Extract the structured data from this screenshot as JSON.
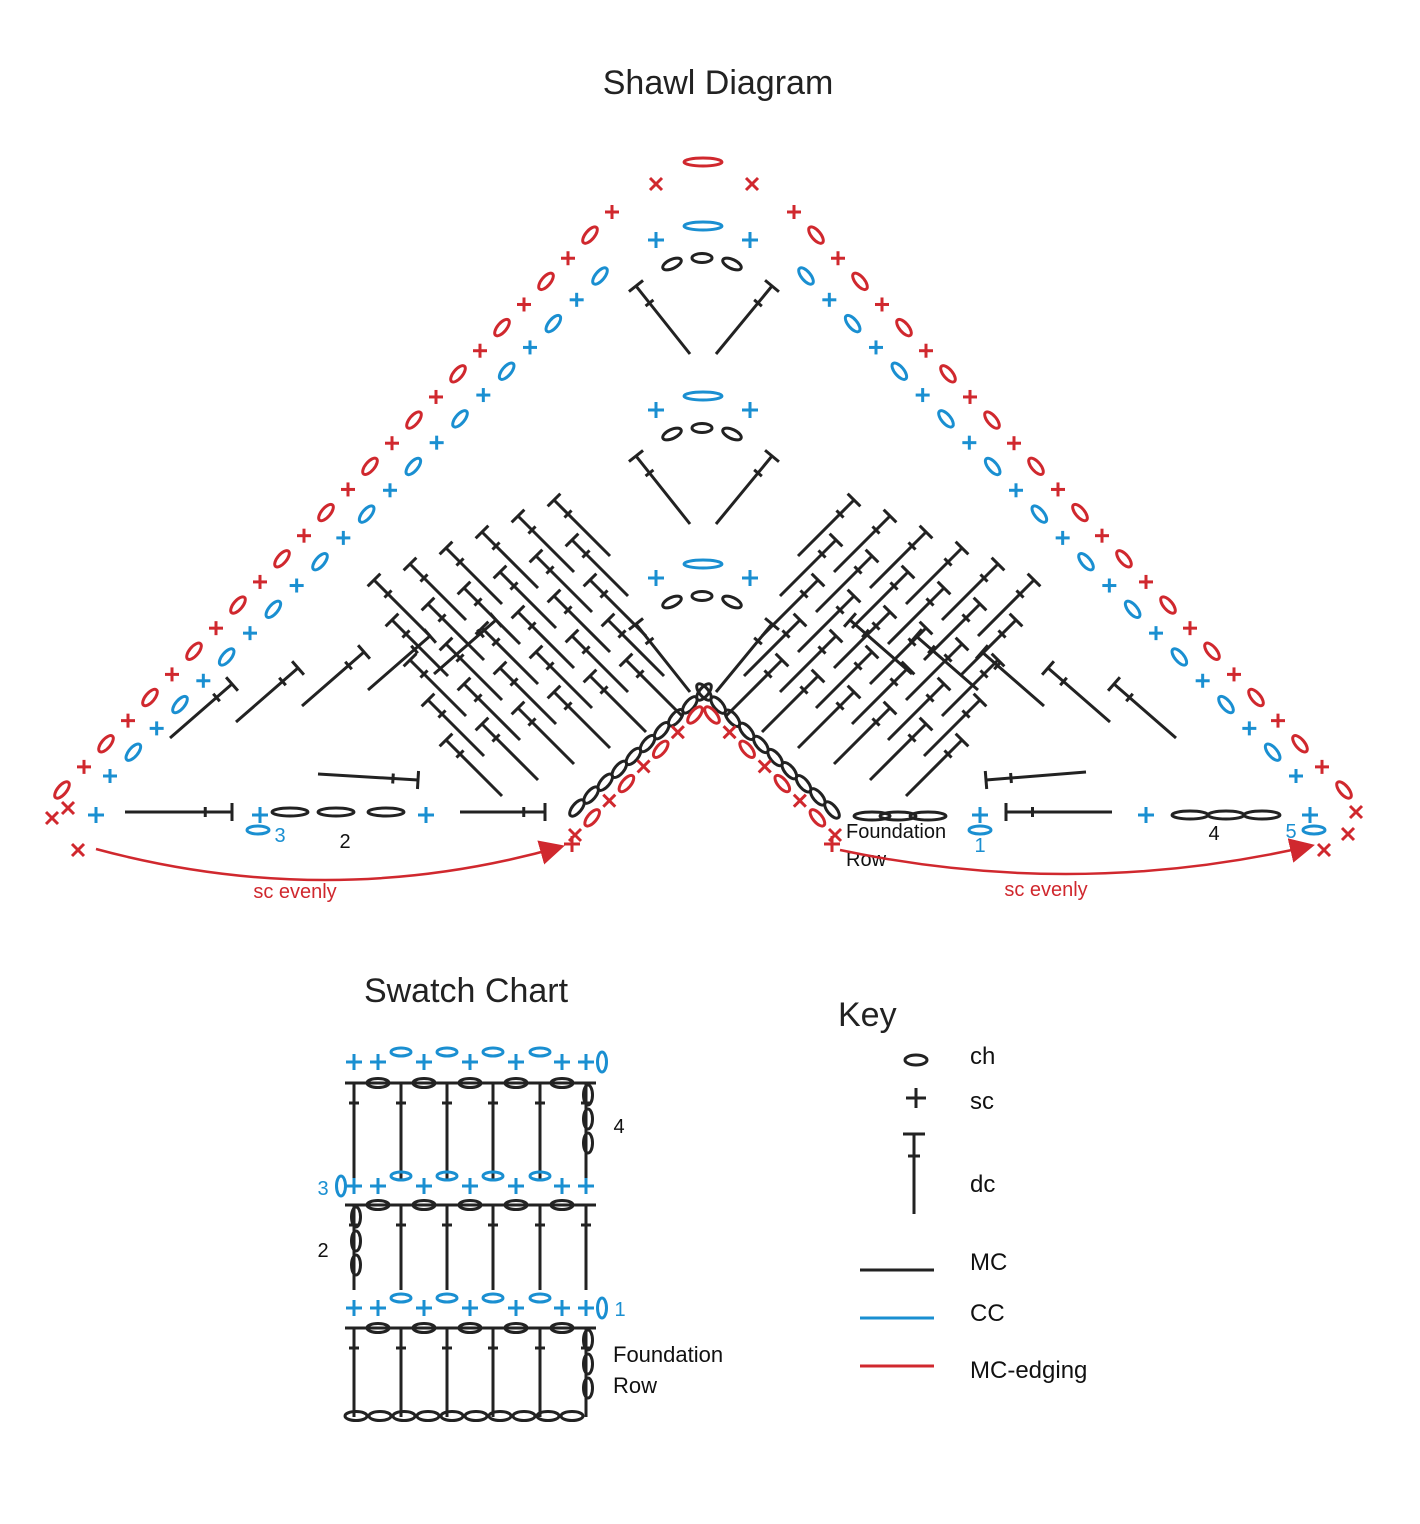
{
  "shawl": {
    "title": "Shawl Diagram",
    "row_labels": [
      "1",
      "2",
      "3",
      "4",
      "5"
    ],
    "foundation_line1": "Foundation",
    "foundation_line2": "Row",
    "sc_evenly": "sc evenly"
  },
  "swatch": {
    "title": "Swatch Chart",
    "row_labels": [
      "1",
      "2",
      "3",
      "4"
    ],
    "foundation_line1": "Foundation",
    "foundation_line2": "Row"
  },
  "key": {
    "title": "Key",
    "items": [
      {
        "symbol": "ch-icon",
        "label": "ch"
      },
      {
        "symbol": "sc-icon",
        "label": "sc"
      },
      {
        "symbol": "dc-icon",
        "label": "dc"
      }
    ],
    "colors": [
      {
        "label": "MC",
        "color": "#222222"
      },
      {
        "label": "CC",
        "color": "#1a8fd1"
      },
      {
        "label": "MC-edging",
        "color": "#d0282e"
      }
    ]
  },
  "colors": {
    "mc": "#222222",
    "cc": "#1a8fd1",
    "edging": "#d0282e"
  }
}
